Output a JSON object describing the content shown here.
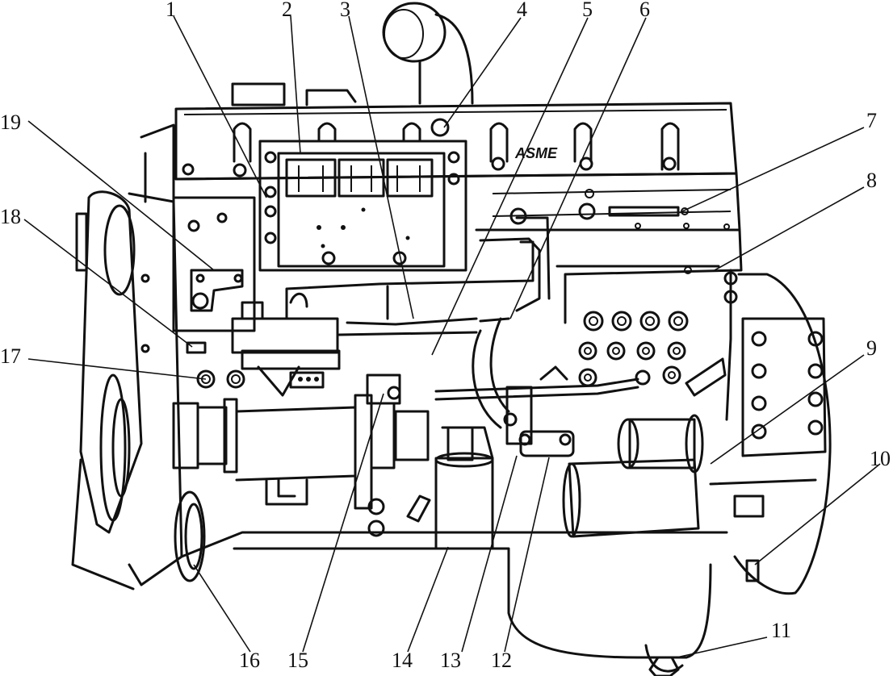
{
  "brand_text": "ASME",
  "callouts": [
    "1",
    "2",
    "3",
    "4",
    "5",
    "6",
    "7",
    "8",
    "9",
    "10",
    "11",
    "12",
    "13",
    "14",
    "15",
    "16",
    "17",
    "18",
    "19"
  ]
}
